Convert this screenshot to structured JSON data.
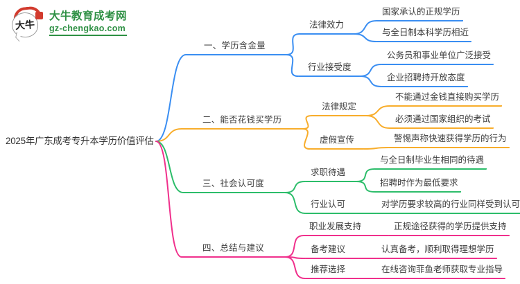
{
  "logo": {
    "mark_text": "大牛",
    "title": "大牛教育成考网",
    "domain": "gz-chengkao.com",
    "brand_green": "#2e9044",
    "brand_red": "#d23b2e"
  },
  "mindmap": {
    "root": {
      "label": "2025年广东成考专升本学历价值评估"
    },
    "branches": [
      {
        "label": "一、学历含金量",
        "color": "#3a8ef2",
        "children": [
          {
            "label": "法律效力",
            "leaves": [
              {
                "label": "国家承认的正规学历"
              },
              {
                "label": "与全日制本科学历相近"
              }
            ]
          },
          {
            "label": "行业接受度",
            "leaves": [
              {
                "label": "公务员和事业单位广泛接受"
              },
              {
                "label": "企业招聘持开放态度"
              }
            ]
          }
        ]
      },
      {
        "label": "二、能否花钱买学历",
        "color": "#f8ad2b",
        "children": [
          {
            "label": "法律规定",
            "leaves": [
              {
                "label": "不能通过金钱直接购买学历"
              },
              {
                "label": "必须通过国家组织的考试"
              }
            ]
          },
          {
            "label": "虚假宣传",
            "leaves": [
              {
                "label": "警惕声称快速获得学历的行为"
              }
            ]
          }
        ]
      },
      {
        "label": "三、社会认可度",
        "color": "#2cbd6a",
        "children": [
          {
            "label": "求职待遇",
            "leaves": [
              {
                "label": "与全日制毕业生相同的待遇"
              },
              {
                "label": "招聘时作为最低要求"
              }
            ]
          },
          {
            "label": "行业认可",
            "leaves": [
              {
                "label": "对学历要求较高的行业同样受到认可"
              }
            ]
          }
        ]
      },
      {
        "label": "四、总结与建议",
        "color": "#f0308c",
        "children": [
          {
            "label": "职业发展支持",
            "leaves": [
              {
                "label": "正规途径获得的学历提供支持"
              }
            ]
          },
          {
            "label": "备考建议",
            "leaves": [
              {
                "label": "认真备考，顺利取得理想学历"
              }
            ]
          },
          {
            "label": "推荐选择",
            "leaves": [
              {
                "label": "在线咨询菲鱼老师获取专业指导"
              }
            ]
          }
        ]
      }
    ]
  }
}
